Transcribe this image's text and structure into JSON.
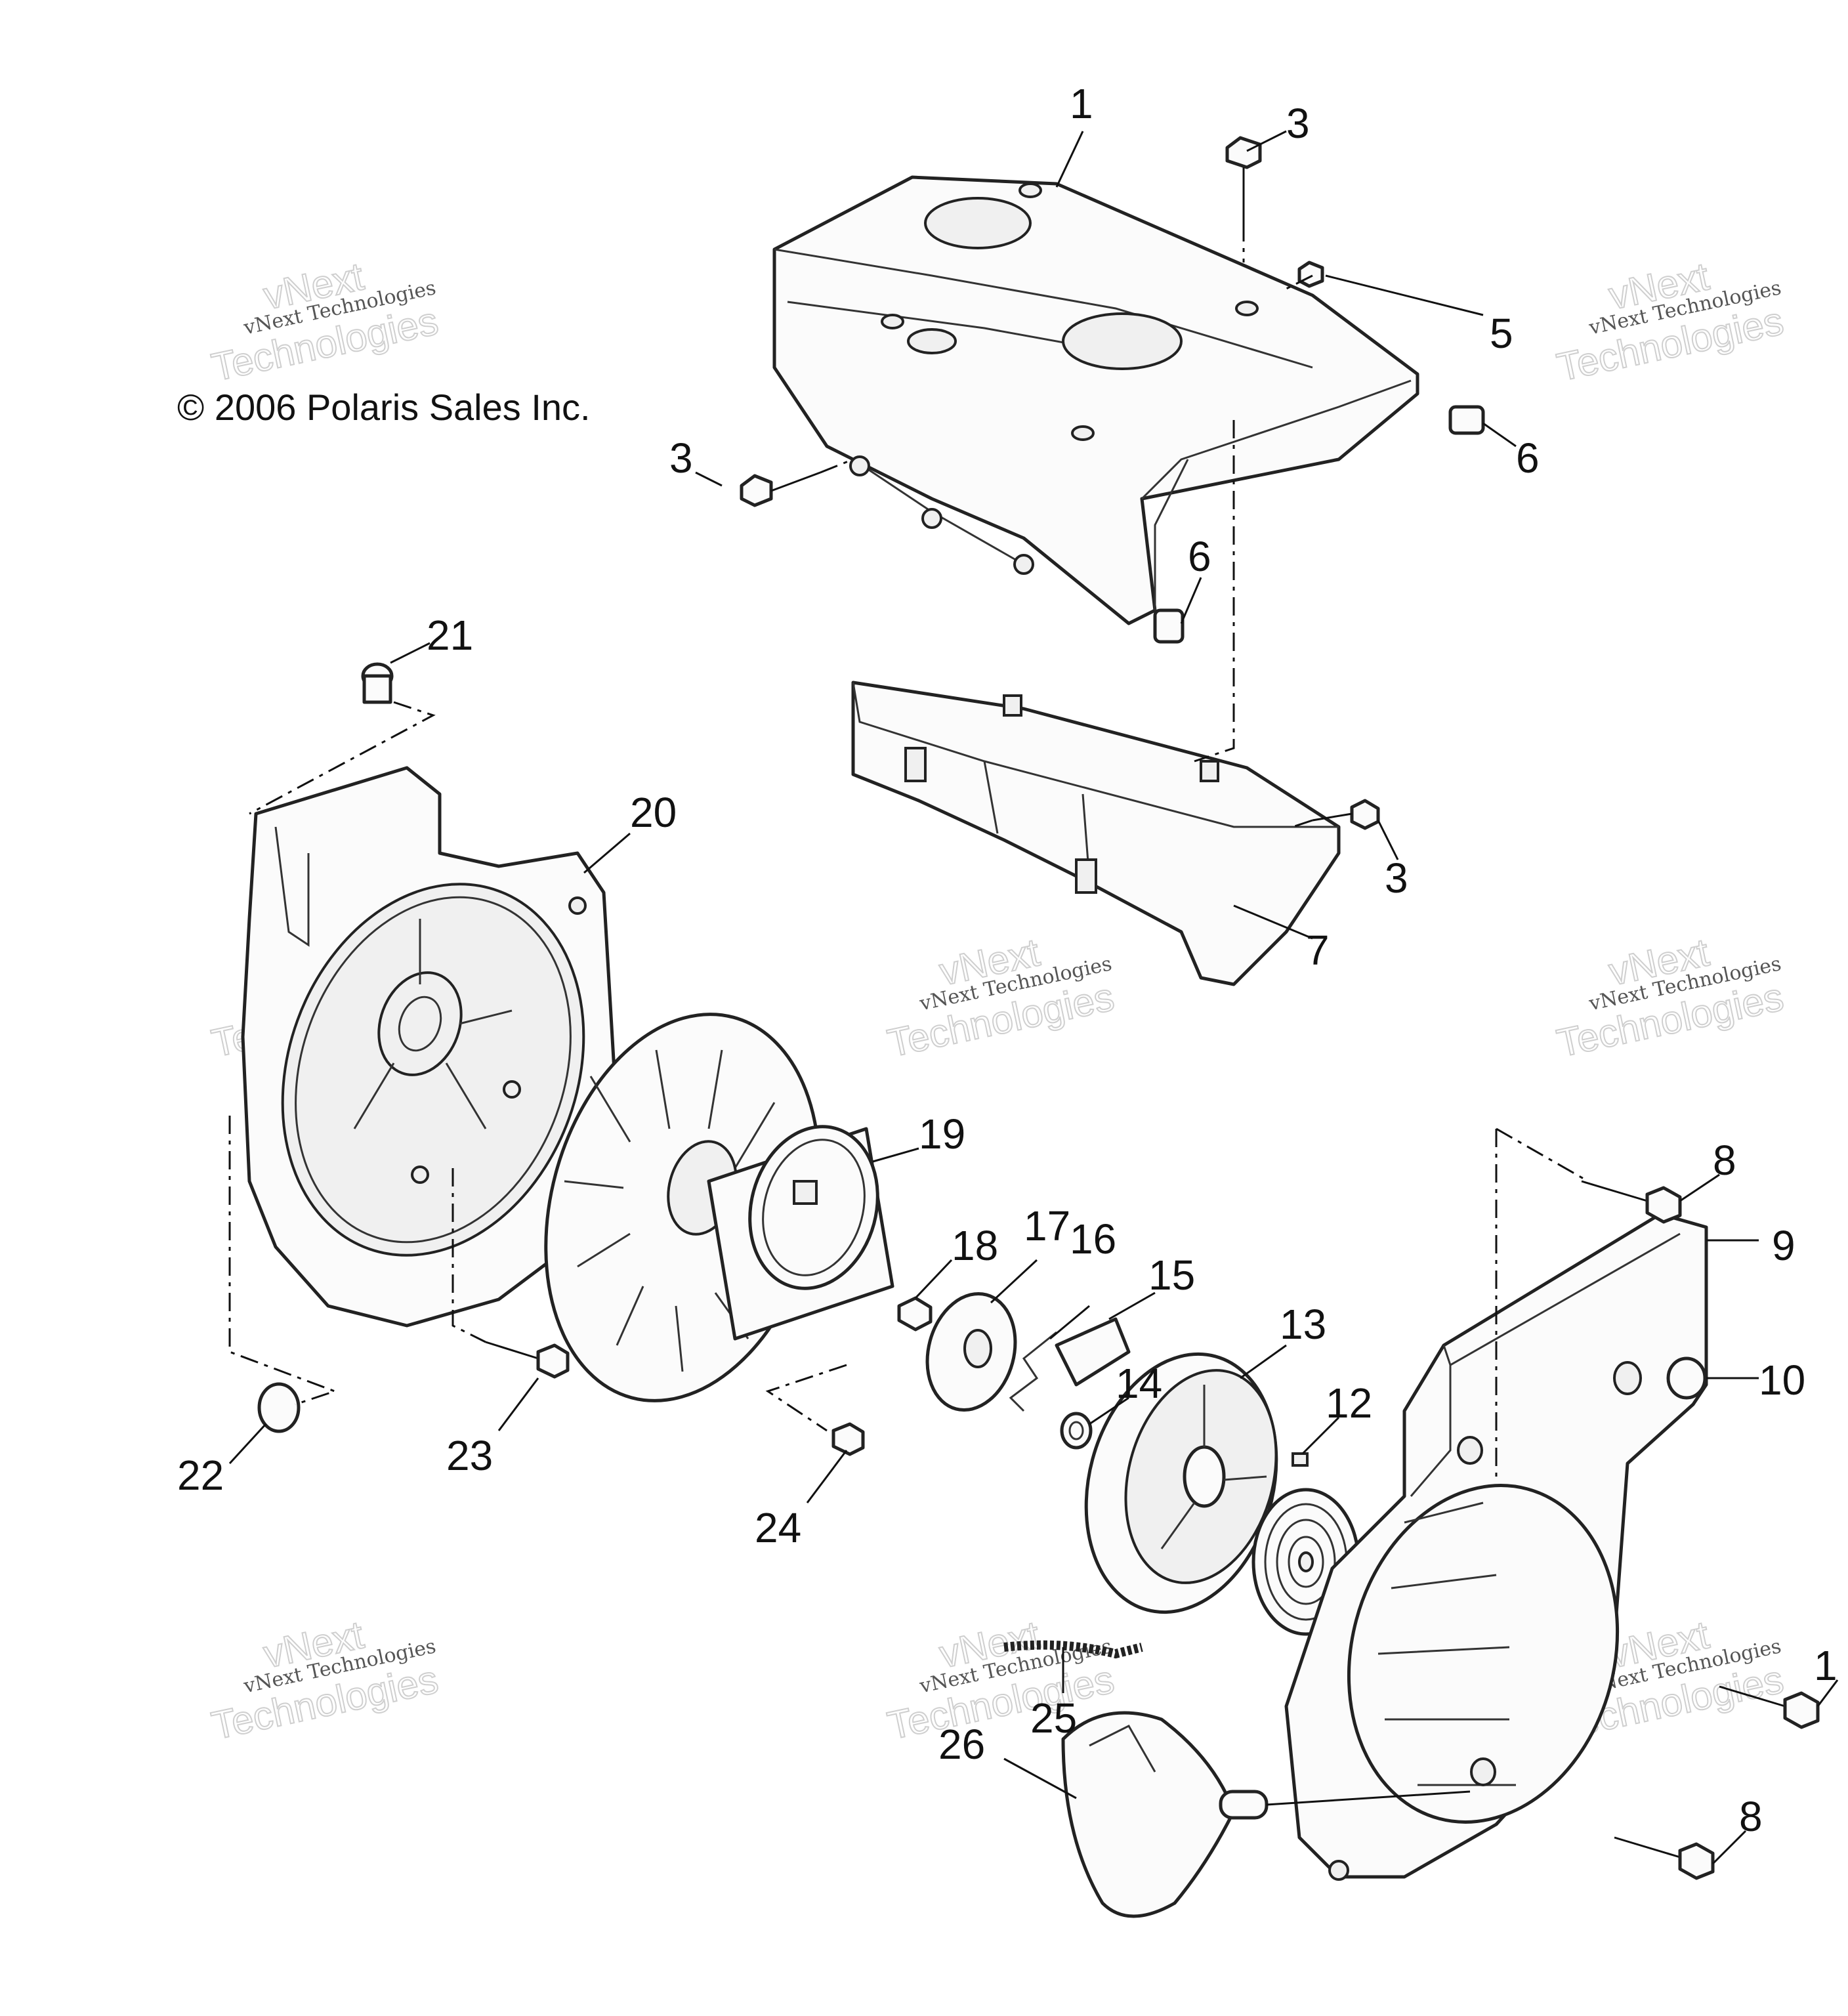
{
  "copyright": "© 2006 Polaris Sales Inc.",
  "watermark": {
    "line1": "vNext Technologies",
    "line2": "vNext",
    "line3": "Technologies"
  },
  "callouts": [
    {
      "id": "c1",
      "label": "1"
    },
    {
      "id": "c3a",
      "label": "3"
    },
    {
      "id": "c3b",
      "label": "3"
    },
    {
      "id": "c3c",
      "label": "3"
    },
    {
      "id": "c5",
      "label": "5"
    },
    {
      "id": "c6a",
      "label": "6"
    },
    {
      "id": "c6b",
      "label": "6"
    },
    {
      "id": "c7",
      "label": "7"
    },
    {
      "id": "c8a",
      "label": "8"
    },
    {
      "id": "c8b",
      "label": "8"
    },
    {
      "id": "c9",
      "label": "9"
    },
    {
      "id": "c10",
      "label": "10"
    },
    {
      "id": "c1b",
      "label": "1"
    },
    {
      "id": "c12",
      "label": "12"
    },
    {
      "id": "c13",
      "label": "13"
    },
    {
      "id": "c14",
      "label": "14"
    },
    {
      "id": "c15",
      "label": "15"
    },
    {
      "id": "c16",
      "label": "16"
    },
    {
      "id": "c17",
      "label": "17"
    },
    {
      "id": "c18",
      "label": "18"
    },
    {
      "id": "c19",
      "label": "19"
    },
    {
      "id": "c20",
      "label": "20"
    },
    {
      "id": "c21",
      "label": "21"
    },
    {
      "id": "c22",
      "label": "22"
    },
    {
      "id": "c23",
      "label": "23"
    },
    {
      "id": "c24",
      "label": "24"
    },
    {
      "id": "c25",
      "label": "25"
    },
    {
      "id": "c26",
      "label": "26"
    }
  ]
}
